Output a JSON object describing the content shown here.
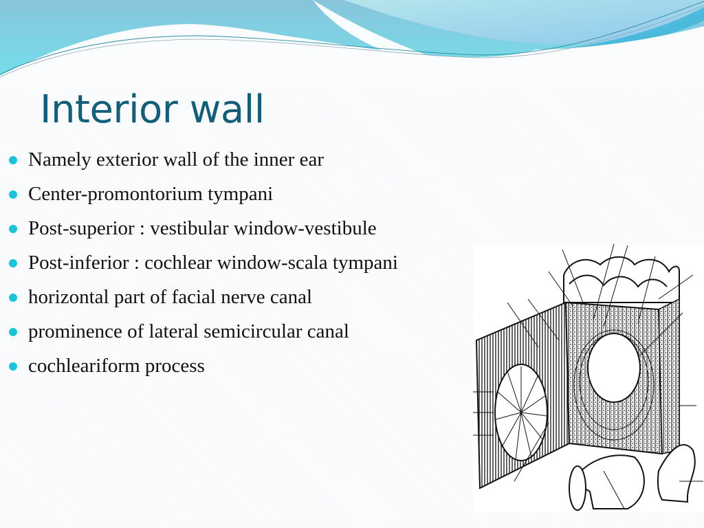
{
  "slide": {
    "title": "Interior wall",
    "bullets": [
      {
        "text": "Namely exterior wall of the inner ear"
      },
      {
        "text": "Center-promontorium tympani"
      },
      {
        "text": "Post-superior : vestibular window-vestibule"
      },
      {
        "text": "Post-inferior : cochlear window-scala tympani"
      },
      {
        "text": "horizontal part of facial nerve canal"
      },
      {
        "text": "prominence of lateral semicircular canal"
      },
      {
        "text": "cochleariform process"
      }
    ],
    "figure": {
      "description": "Line drawing of the medial (interior) wall of the tympanic cavity",
      "icon": "anatomy-illustration"
    }
  },
  "theme": {
    "title_color": "#135e78",
    "bullet_color": "#1cc3d6",
    "text_color": "#111111",
    "wave_light": "#7fe4ef",
    "wave_mid": "#86c7dd",
    "wave_dark": "#3cb4d8"
  }
}
